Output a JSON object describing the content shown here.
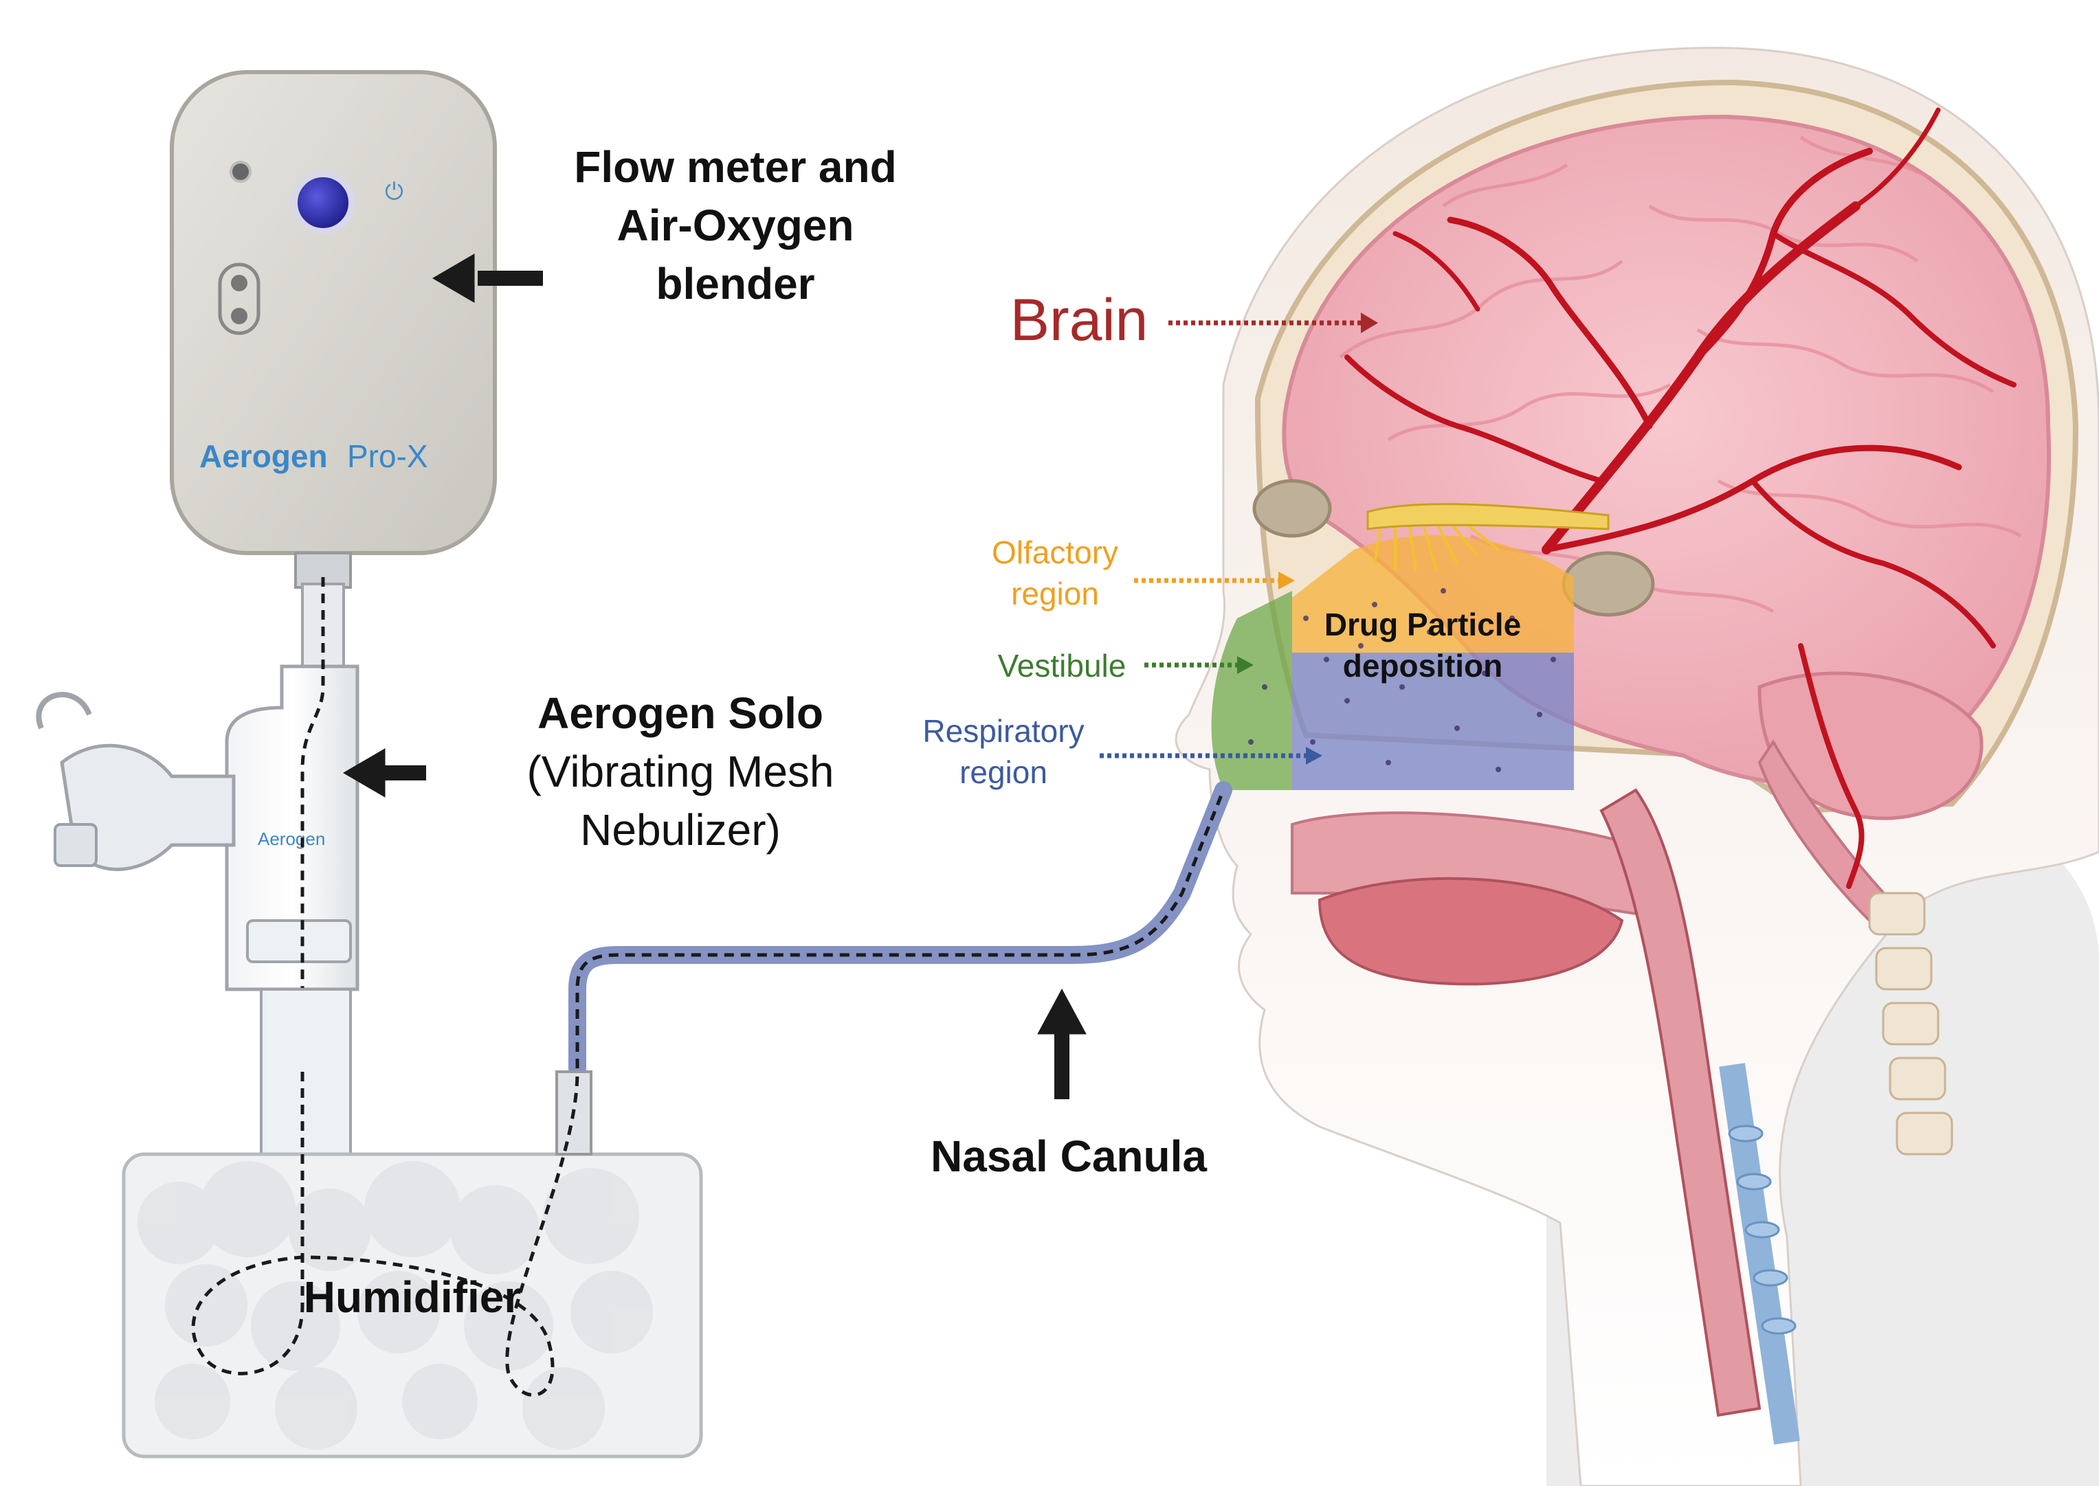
{
  "labels": {
    "flow_meter": [
      "Flow meter and",
      "Air-Oxygen",
      "blender"
    ],
    "aerogen_solo_title": "Aerogen Solo",
    "aerogen_solo_sub": [
      "(Vibrating Mesh",
      "Nebulizer)"
    ],
    "humidifier": "Humidifier",
    "nasal_canula": "Nasal Canula",
    "brain": "Brain",
    "olfactory": [
      "Olfactory",
      "region"
    ],
    "vestibule": "Vestibule",
    "respiratory": [
      "Respiratory",
      "region"
    ],
    "drug_deposition": [
      "Drug Particle",
      "deposition"
    ]
  },
  "device": {
    "brand_prox": "Aerogen",
    "model_prox": "Pro-X",
    "brand_solo": "Aerogen"
  },
  "colors": {
    "brain_label": "#a52a2a",
    "olfactory": "#f0a020",
    "vestibule": "#3c7d2e",
    "respiratory": "#3c5aa0",
    "brand_blue": "#3a87c8",
    "tube": "#8492c4",
    "arrow": "#1a1a1a"
  }
}
